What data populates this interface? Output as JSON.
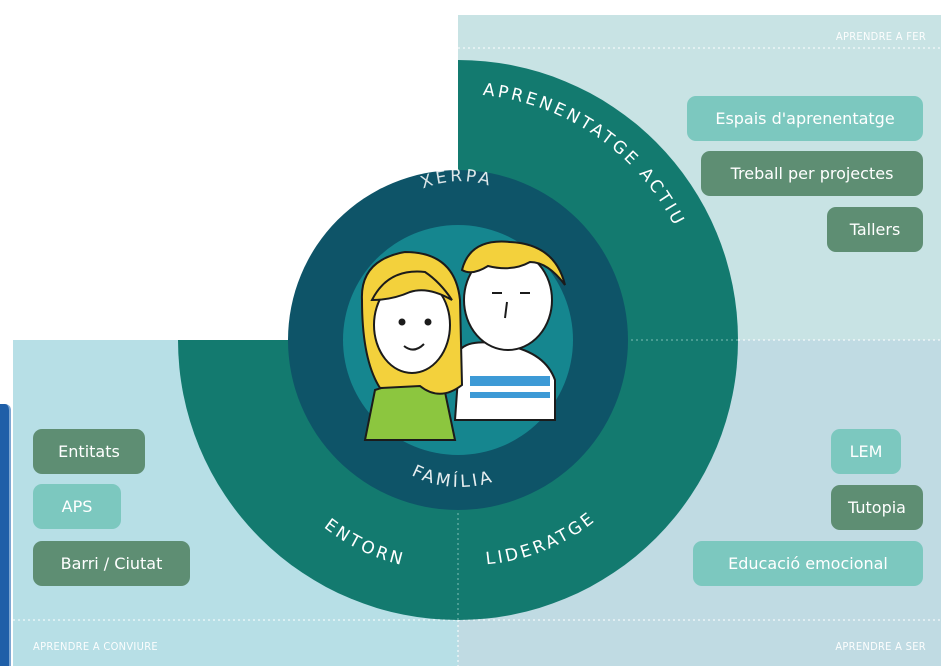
{
  "quadrants": {
    "top_right": {
      "label": "APRENDRE A FER"
    },
    "bottom_left": {
      "label": "APRENDRE A CONVIURE"
    },
    "bottom_right": {
      "label": "APRENDRE A SER"
    }
  },
  "rings": {
    "outer_top": "APRENENTATGE ACTIU",
    "outer_bottom_left": "ENTORN",
    "outer_bottom_right": "LIDERATGE",
    "inner_top": "XERPA",
    "inner_bottom": "FAMÍLIA"
  },
  "pills_top_right": [
    {
      "label": "Espais d'aprenentatge",
      "tone": "light"
    },
    {
      "label": "Treball per projectes",
      "tone": "dark"
    },
    {
      "label": "Tallers",
      "tone": "dark"
    }
  ],
  "pills_bottom_left": [
    {
      "label": "Entitats",
      "tone": "dark"
    },
    {
      "label": "APS",
      "tone": "light"
    },
    {
      "label": "Barri / Ciutat",
      "tone": "dark"
    }
  ],
  "pills_bottom_right": [
    {
      "label": "LEM",
      "tone": "light"
    },
    {
      "label": "Tutopia",
      "tone": "dark"
    },
    {
      "label": "Educació emocional",
      "tone": "light"
    }
  ],
  "colors": {
    "quadrant_top_right": "#c8e3e4",
    "quadrant_bottom_left": "#b7dfe6",
    "quadrant_bottom_right": "#c0dbe3",
    "outer_ring": "#137a6f",
    "middle_ring": "#0e5468",
    "center": "#15868f",
    "pill_light": "#7cc8bf",
    "pill_dark": "#5e8e73"
  },
  "center_image": {
    "icon": "two-children-illustration"
  }
}
